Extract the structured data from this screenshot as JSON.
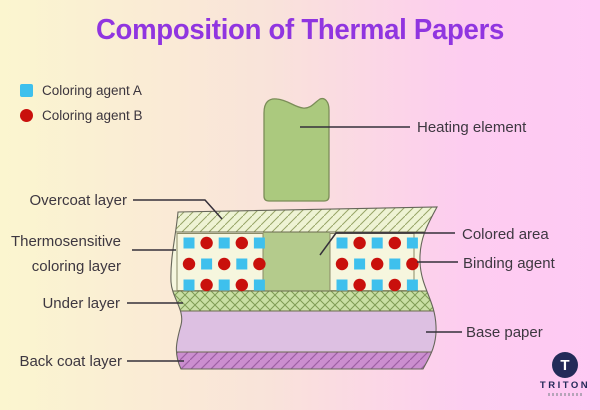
{
  "title": "Composition of Thermal Papers",
  "legend": {
    "items": [
      {
        "id": "agent-a",
        "label": "Coloring agent A",
        "swatch": "square",
        "color": "#3ec0ed"
      },
      {
        "id": "agent-b",
        "label": "Coloring agent B",
        "swatch": "circle",
        "color": "#c9100c"
      }
    ]
  },
  "labels": {
    "heating_element": "Heating element",
    "overcoat": "Overcoat layer",
    "thermosensitive_line1": "Thermosensitive",
    "thermosensitive_line2": "coloring layer",
    "under": "Under layer",
    "back_coat": "Back coat layer",
    "colored_area": "Colored area",
    "binding_agent": "Binding agent",
    "base_paper": "Base paper"
  },
  "diagram": {
    "dot_grid": [
      [
        "A",
        "B",
        "A",
        "B",
        "A"
      ],
      [
        "B",
        "A",
        "B",
        "A",
        "B"
      ],
      [
        "A",
        "B",
        "A",
        "B",
        "A"
      ]
    ],
    "agent_a_color": "#3ec0ed",
    "agent_b_color": "#c9100c"
  },
  "logo": {
    "brand": "TRITON",
    "monogram": "T"
  },
  "colors": {
    "title": "#9035e0",
    "background_left": "#fbf6cf",
    "background_right": "#ffc9f4",
    "heating_element": "#abc97e",
    "overcoat_layer": "#eef3d4",
    "thermosensitive_layer": "#f6f6de",
    "colored_area": "#b4cb8c",
    "under_layer": "#c9dfa4",
    "base_paper": "#ddc0e2",
    "back_coat_layer": "#cb8ecf",
    "leader_line": "#35303a"
  }
}
